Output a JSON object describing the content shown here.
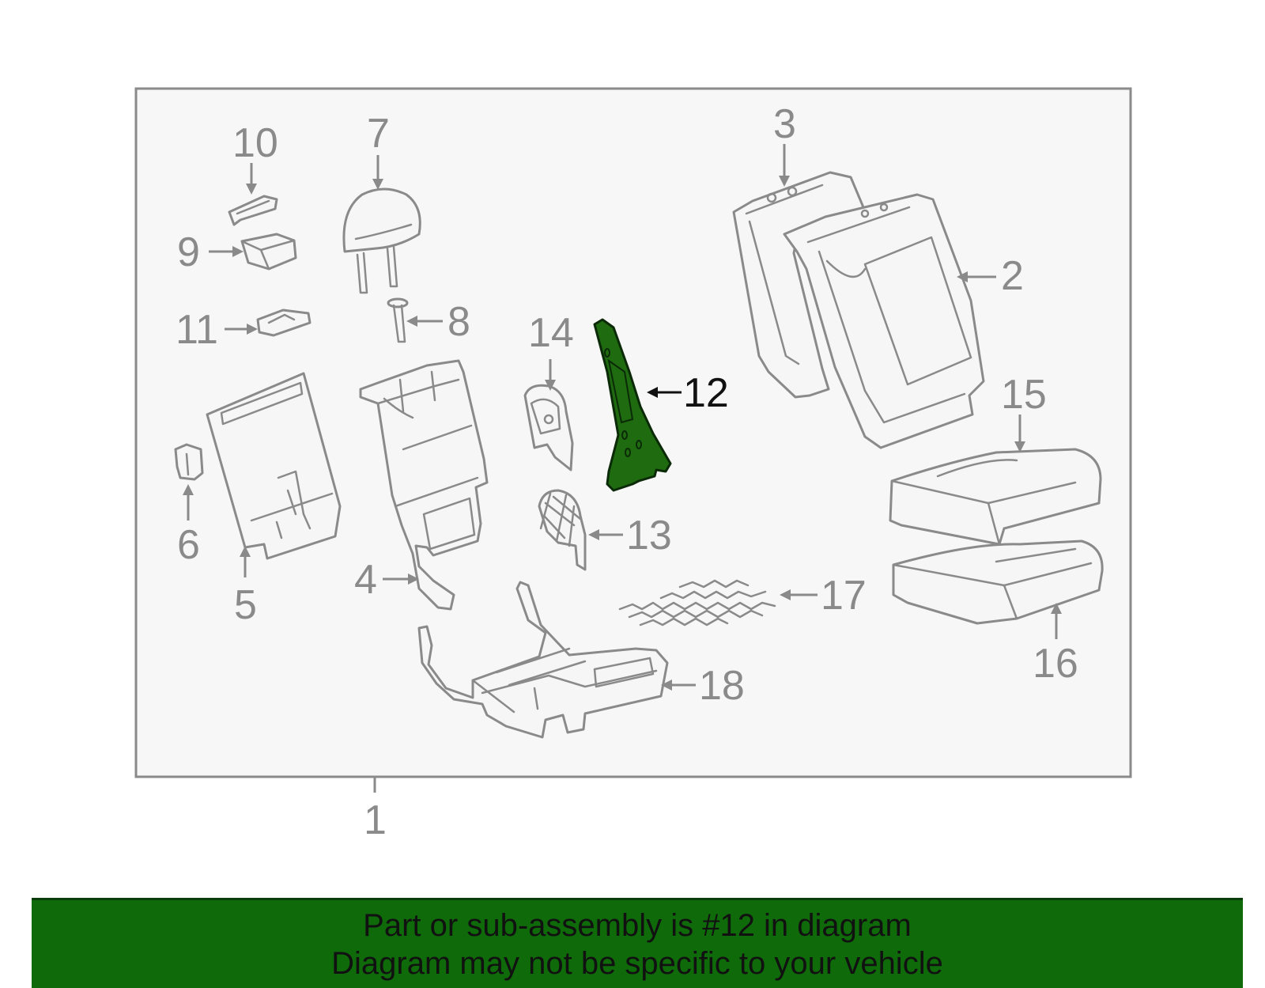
{
  "colors": {
    "highlight_fill": "#1f6b0f",
    "banner_background": "#0f6b0a",
    "diagram_line": "#8a8a8a",
    "frame_background": "#f7f7f7"
  },
  "callouts": {
    "c1": "1",
    "c2": "2",
    "c3": "3",
    "c4": "4",
    "c5": "5",
    "c6": "6",
    "c7": "7",
    "c8": "8",
    "c9": "9",
    "c10": "10",
    "c11": "11",
    "c12": "12",
    "c13": "13",
    "c14": "14",
    "c15": "15",
    "c16": "16",
    "c17": "17",
    "c18": "18"
  },
  "highlighted_part": "12",
  "banner": {
    "line1": "Part or sub-assembly is #12 in diagram",
    "line2": "Diagram may not be specific to your vehicle"
  }
}
